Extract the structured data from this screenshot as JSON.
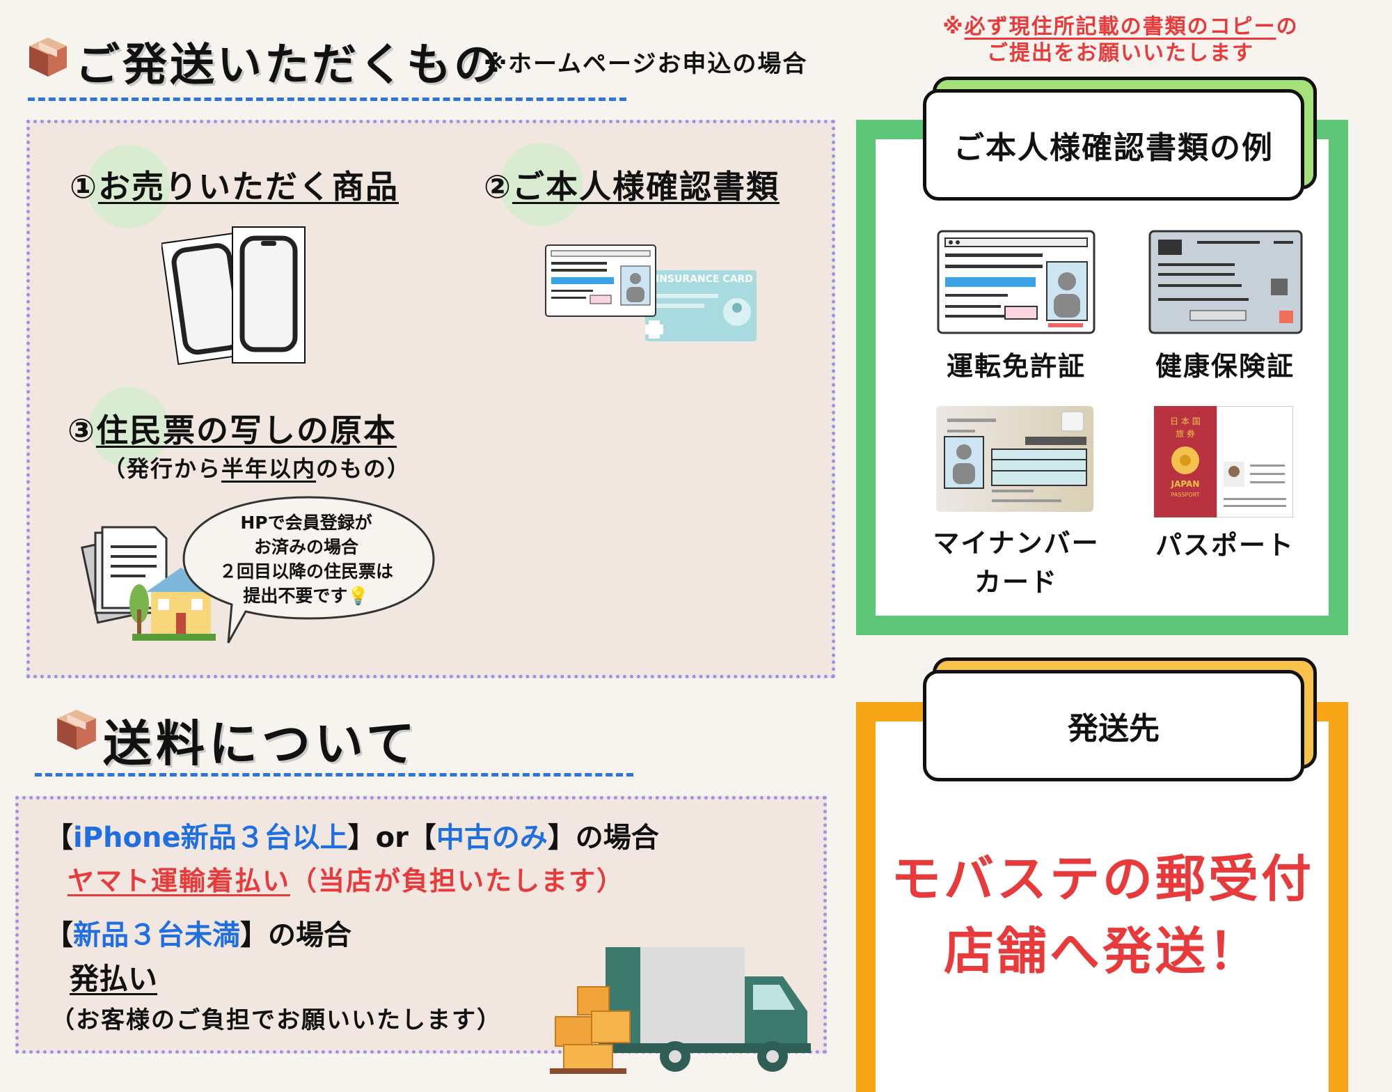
{
  "header": {
    "title": "ご発送いただくもの",
    "subtitle": "※ホームページお申込の場合"
  },
  "notice": {
    "line1_prefix": "※",
    "line1_underlined": "必ず現住所記載の書類のコピー",
    "line1_suffix": "の",
    "line2": "ご提出をお願いいたします"
  },
  "items": {
    "item1": {
      "num": "①",
      "label": "お売りいただく商品"
    },
    "item2": {
      "num": "②",
      "label": "ご本人様確認書類"
    },
    "item3": {
      "num": "③",
      "label": "住民票の写しの原本"
    },
    "item3_note_pre": "（発行から",
    "item3_note_u": "半年以内",
    "item3_note_post": "のもの）",
    "insurance_text": "INSURANCE CARD",
    "bubble": [
      "HPで会員登録が",
      "お済みの場合",
      "２回目以降の住民票は",
      "提出不要です💡"
    ]
  },
  "id_panel": {
    "title": "ご本人様確認書類の例",
    "cards": [
      {
        "label": "運転免許証"
      },
      {
        "label": "健康保険証"
      },
      {
        "label": "マイナンバー\nカード"
      },
      {
        "label": "パスポート"
      }
    ],
    "passport_text": {
      "country": "日 本 国",
      "travel": "旅   券",
      "japan": "JAPAN",
      "passport": "PASSPORT"
    }
  },
  "shipping_fee": {
    "title": "送料について",
    "case1": {
      "b1": "【",
      "blue1": "iPhone新品３台以上",
      "b2": "】or【",
      "blue2": "中古のみ",
      "b3": "】の場合"
    },
    "case1_method": "ヤマト運輸着払い",
    "case1_note": "（当店が負担いたします）",
    "case2": {
      "b1": "【",
      "blue": "新品３台未満",
      "b2": "】の場合"
    },
    "case2_method": "発払い",
    "case2_note": "（お客様のご負担でお願いいたします）"
  },
  "destination": {
    "title": "発送先",
    "line1": "モバステの郵受付",
    "line2": "店舗へ発送！"
  },
  "colors": {
    "green": "#5dc678",
    "orange": "#f5a516",
    "accent_red": "#e83a3a",
    "blue": "#1f6fe0",
    "dotted": "#9a92e6"
  }
}
